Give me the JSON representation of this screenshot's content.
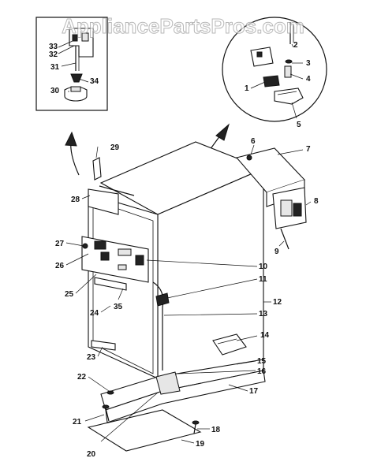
{
  "watermark": "AppliancePartsPros.com",
  "labels": {
    "l1": "1",
    "l2": "2",
    "l3": "3",
    "l4": "4",
    "l5": "5",
    "l6": "6",
    "l7": "7",
    "l8": "8",
    "l9": "9",
    "l10": "10",
    "l11": "11",
    "l12": "12",
    "l13": "13",
    "l14": "14",
    "l15": "15",
    "l16": "16",
    "l17": "17",
    "l18": "18",
    "l19": "19",
    "l20": "20",
    "l21": "21",
    "l22": "22",
    "l23": "23",
    "l24": "24",
    "l25": "25",
    "l26": "26",
    "l27": "27",
    "l28": "28",
    "l29": "29",
    "l30": "30",
    "l31": "31",
    "l32": "32",
    "l33": "33",
    "l34": "34",
    "l35": "35"
  }
}
